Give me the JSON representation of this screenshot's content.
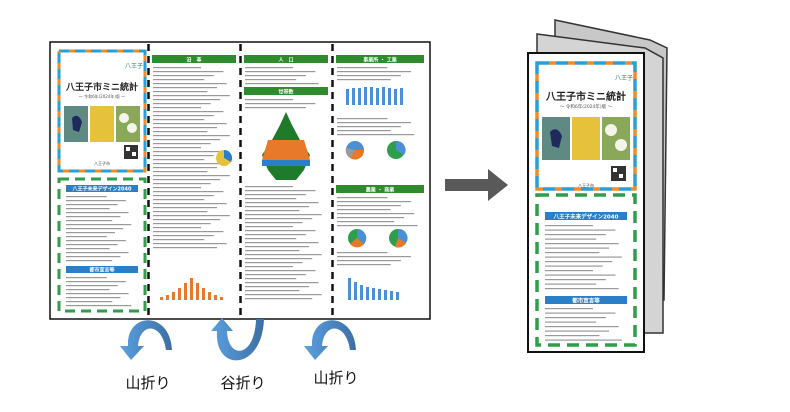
{
  "leaflet": {
    "title": "八王子市ミニ統計",
    "edition": "～ 令和6年(2024年)版 ～",
    "city_label": "八王子市",
    "logo_text": "八王子",
    "vision_header": "八王子未来デザイン2040",
    "section_headers": [
      "沿　革",
      "人　口",
      "世帯数",
      "事業所 ・ 工業",
      "農業 ・ 商業",
      "都市宣言等"
    ]
  },
  "fold_labels": [
    "山折り",
    "谷折り",
    "山折り"
  ],
  "colors": {
    "fold_arrow": "#4a8ccc",
    "fold_arrow_dark": "#3d74aa",
    "direction_arrow": "#595959",
    "header_green": "#2e8b2e",
    "header_blue": "#2a7fc8",
    "back_sheet": "#c8c8c8"
  }
}
